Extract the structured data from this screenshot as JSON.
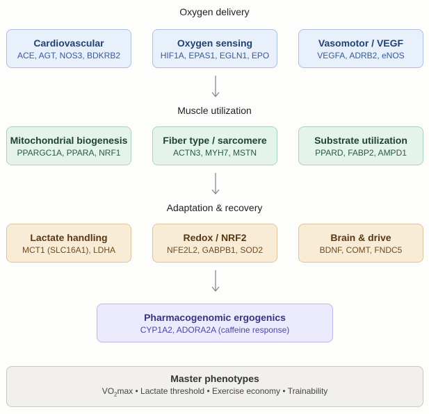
{
  "sections": [
    {
      "title": "Oxygen delivery",
      "color": "blue",
      "boxes": [
        {
          "title": "Cardiovascular",
          "genes": "ACE, AGT, NOS3, BDKRB2"
        },
        {
          "title": "Oxygen sensing",
          "genes": "HIF1A, EPAS1, EGLN1, EPO"
        },
        {
          "title": "Vasomotor / VEGF",
          "genes": "VEGFA, ADRB2, eNOS"
        }
      ]
    },
    {
      "title": "Muscle utilization",
      "color": "green",
      "boxes": [
        {
          "title": "Mitochondrial biogenesis",
          "genes": "PPARGC1A, PPARA, NRF1"
        },
        {
          "title": "Fiber type / sarcomere",
          "genes": "ACTN3, MYH7, MSTN"
        },
        {
          "title": "Substrate utilization",
          "genes": "PPARD, FABP2, AMPD1"
        }
      ]
    },
    {
      "title": "Adaptation & recovery",
      "color": "tan",
      "boxes": [
        {
          "title": "Lactate handling",
          "genes": "MCT1 (SLC16A1), LDHA"
        },
        {
          "title": "Redox / NRF2",
          "genes": "NFE2L2, GABPB1, SOD2"
        },
        {
          "title": "Brain & drive",
          "genes": "BDNF, COMT, FNDC5"
        }
      ]
    }
  ],
  "pharmaco": {
    "title": "Pharmacogenomic ergogenics",
    "genes": "CYP1A2, ADORA2A (caffeine response)"
  },
  "master": {
    "title": "Master phenotypes",
    "vo2_prefix": "VO",
    "vo2_sub": "2",
    "vo2_suffix": "max",
    "separator": "•",
    "items": [
      "Lactate threshold",
      "Exercise economy",
      "Trainability"
    ]
  },
  "colors": {
    "blue": "#e8f0fc",
    "green": "#e4f3ec",
    "tan": "#f9ecd6",
    "purple": "#eceafd",
    "grey": "#f1f0ec",
    "arrow": "#8a8a8a"
  }
}
